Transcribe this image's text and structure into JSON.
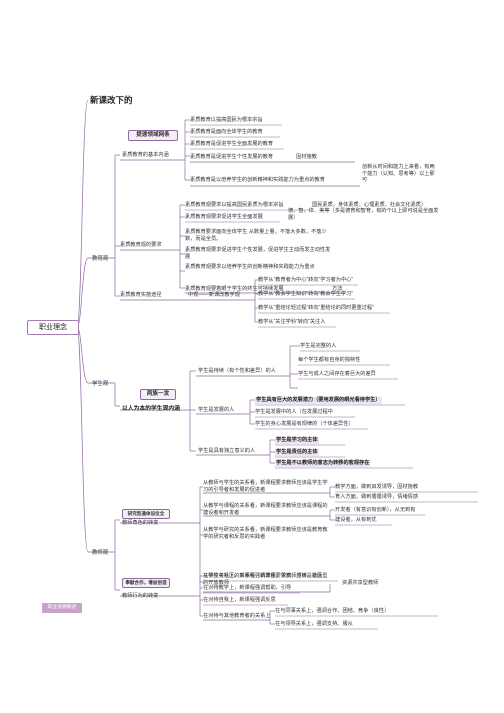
{
  "root": "职业理念",
  "title": "新课改下的",
  "sections": {
    "education": {
      "label": "教育观",
      "box": "提速领域网条",
      "g1": {
        "label": "素质教育的基本内涵",
        "items": [
          "素质教育以提高国民为根本宗旨",
          "素质教育是面向全体学生的教育",
          "素质教育是促进学生全面发展的教育",
          "素质教育是促进学生个性发展的教育",
          "素质教育是以培养学生的创新精神和实践能力为重点的教育"
        ],
        "side1": "因材施教",
        "side2": "创新从时间和能力上来看，有两个能力（认知、思考等）以上那可"
      },
      "g2": {
        "label": "素质教育观的要求",
        "items": [
          "素质教育观要求以提高国民素质为根本宗旨",
          "素质教育观要求促进学生全面发展",
          "素质教育要求面向全体学生 从数量上看，不落大多数，不落少数，而是全员。",
          "素质教育观要求促进学生个性发展，促进学生主动而发主动性发展",
          "素质教育观要求以培养学生的创新精神和实践能力为重点",
          "素质教育观要着眼于学生的终生可持续发展"
        ],
        "side1": "国民素质，身体素质、心理素质、社会文化素质）",
        "side2": "德、智、体、美等（多是德育和智育，有的个以上即可说是全面发展）",
        "side3": "方法"
      },
      "g3": {
        "label": "素质教育实施途径",
        "mid": "中观——新课改教学观",
        "items": [
          "教学从“教育者为中心”转向“学习者为中心”",
          "教学从“教会学生知识”转向“教会学生学习”",
          "教学从“重结论轻过程”转向“重结论的同时更重过程”",
          "教学从“关注学科”转向“关注人"
        ]
      }
    },
    "student": {
      "label": "学生观",
      "box": "两族一发",
      "group": "以人为本的学生观内涵",
      "g1": {
        "label": "学生是持续（有个性和差异）的人",
        "items": [
          "学生是完整的人",
          "每个学生都有自身的独特性",
          "学生与成人之间存在着巨大的差异"
        ]
      },
      "g2": {
        "label": "学生是发展的人",
        "items": [
          "学生具有巨大的发展潜力（要用发展的眼光看待学生）",
          "学生是发展中的人（在发展过程中",
          "学生的身心发展是有规律的（个体差异性）"
        ]
      },
      "g3": {
        "label": "学生是具有独立意义的人",
        "items": [
          "学生是学习的主体",
          "学生是责任的主体",
          "学生是不以教师的意志为转移的客观存在"
        ]
      }
    },
    "teacher": {
      "label": "教师观",
      "box1": "研究型通体设位全",
      "box2": "奉献合作，增益创造",
      "g1": {
        "label": "教师角色的转变",
        "items": [
          "从教师与学生的关系看，新课程要求教师应该是学生学习的引导者和发展的促进者",
          "从教学与课程的关系看，新课程要求教师应该是课程的建设者和开发者",
          "从教学与研究的关系看，新课程要求教师应该是教育教学的研究者和反思的实践者",
          "从学校与社区的关系看，新课程要求教师应该是社区型的开放教师"
        ],
        "r1": [
          "教学方面，做到启发诱导，因材施教",
          "育人方面，做到循循诱导，情绪情感"
        ],
        "r2": [
          "开发者（有意识有创新），从无到有",
          "建设者，从有到优"
        ],
        "r3": "资源共享型教师"
      },
      "g2": {
        "label": "教师行为的转变",
        "items": [
          "在师生关系上，新课程强调尊重、赞赏、倾听、激励",
          "在对待教学上，新课程强调帮助、引导",
          "在对待自我上，新课程强调反思",
          "在对待与其他教育者的关系上"
        ],
        "sub": [
          "在与同事关系上，强调合作、团结、竞争（良性）",
          "在与领导关系上，强调支持、服从"
        ]
      }
    }
  },
  "footer": "职业道德概述",
  "colors": {
    "line": "#8e6aa1",
    "box": "#f4eff6",
    "pink": "#c8a2cc"
  }
}
